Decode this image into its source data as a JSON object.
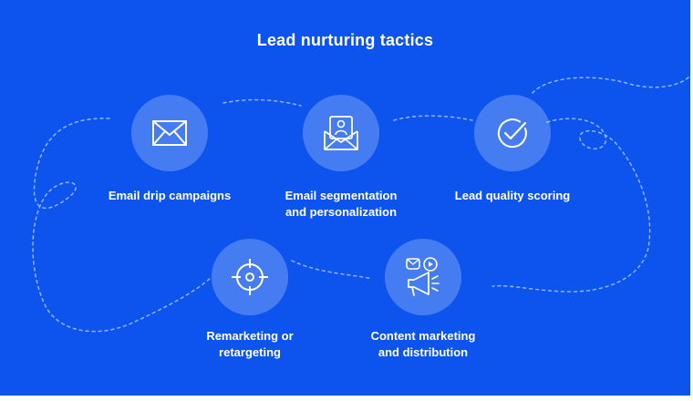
{
  "title": "Lead nurturing tactics",
  "colors": {
    "background": "#0d54ee",
    "circle_fill": "rgba(255,255,255,0.24)",
    "text": "#ffffff"
  },
  "tactics": [
    {
      "lines": [
        "Email drip campaigns"
      ],
      "icon": "envelope-icon"
    },
    {
      "lines": [
        "Email segmentation",
        "and personalization"
      ],
      "icon": "envelope-person-icon"
    },
    {
      "lines": [
        "Lead quality scoring"
      ],
      "icon": "check-circle-icon"
    },
    {
      "lines": [
        "Remarketing or",
        "retargeting"
      ],
      "icon": "crosshair-icon"
    },
    {
      "lines": [
        "Content marketing",
        "and distribution"
      ],
      "icon": "megaphone-chat-icon"
    }
  ]
}
